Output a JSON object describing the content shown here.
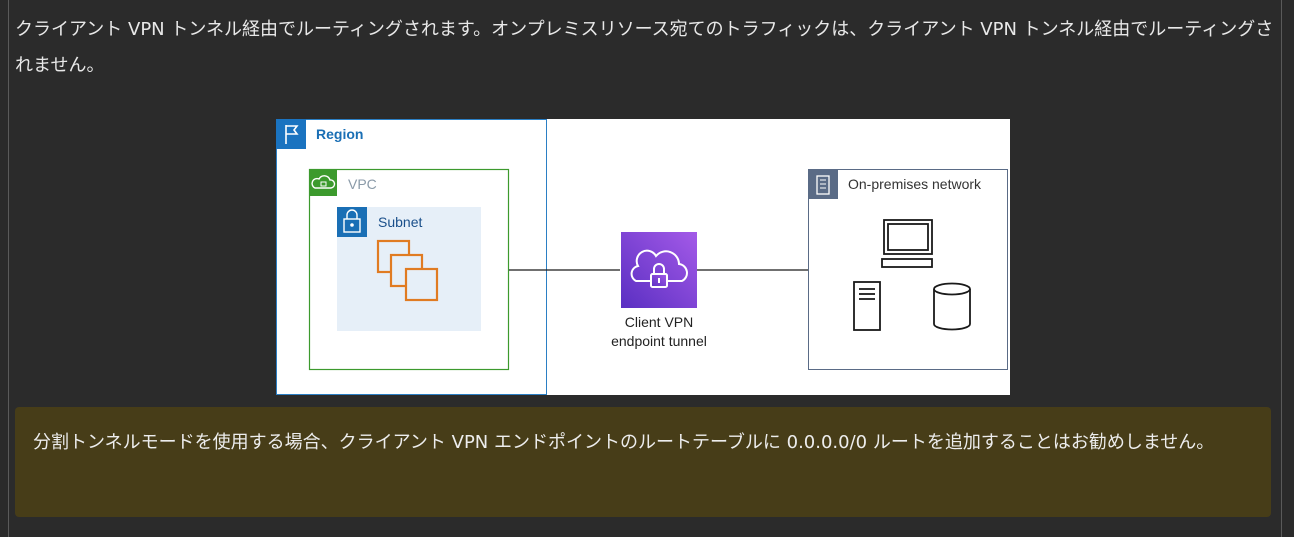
{
  "intro": {
    "text": "クライアント VPN トンネル経由でルーティングされます。オンプレミスリソース宛てのトラフィックは、クライアント VPN トンネル経由でルーティングされません。"
  },
  "diagram": {
    "region_label": "Region",
    "vpc_label": "VPC",
    "subnet_label": "Subnet",
    "endpoint_label_line1": "Client VPN",
    "endpoint_label_line2": "endpoint tunnel",
    "onprem_label": "On-premises network",
    "colors": {
      "region": "#1a73c0",
      "vpc": "#3c9a2d",
      "subnet": "#1a6fb5",
      "endpoint": "#8440d6",
      "onprem": "#5a6b86",
      "instance": "#e07b22"
    }
  },
  "note": {
    "text": "分割トンネルモードを使用する場合、クライアント VPN エンドポイントのルートテーブルに 0.0.0.0/0 ルートを追加することはお勧めしません。"
  }
}
